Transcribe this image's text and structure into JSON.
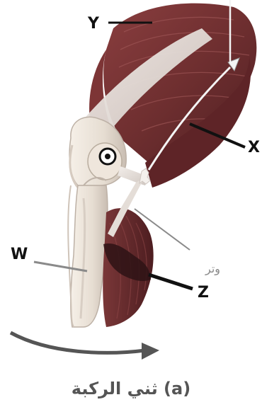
{
  "labels": {
    "y": "Y",
    "x": "X",
    "w": "W",
    "z": "Z",
    "tendon": "وتر"
  },
  "caption": "(a) ثني الركبة",
  "colors": {
    "muscle": "#6f2f30",
    "muscle_dark": "#4f1f22",
    "muscle_light": "#a86565",
    "bone": "#e9e0d6",
    "bone_shadow": "#c9bdb2",
    "tendon": "#d8d0cc",
    "pointer": "#111111",
    "gray_pointer": "#8a8a8a",
    "arrow": "#555555",
    "white_arrow": "#f4f4f4"
  }
}
